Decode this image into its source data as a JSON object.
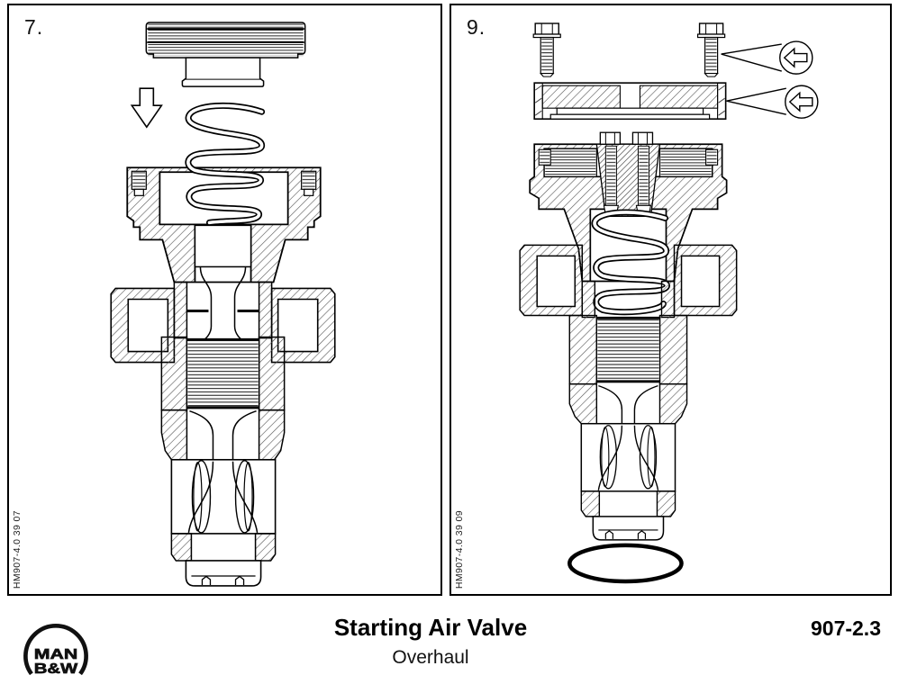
{
  "document": {
    "figures": [
      {
        "label": "7.",
        "code": "HM907-4.0 39 07"
      },
      {
        "label": "9.",
        "code": "HM907-4.0 39 09"
      }
    ],
    "footer": {
      "title": "Starting Air Valve",
      "subtitle": "Overhaul",
      "doc_number": "907-2.3"
    },
    "logo": {
      "line1": "MAN",
      "line2": "B&W"
    },
    "icons": {
      "down_arrow": "insert-direction-arrow",
      "loosen_callout": "unscrew-left-arrow-in-circle",
      "o_ring": "o-ring-ellipse"
    },
    "colors": {
      "ink": "#000000",
      "paper": "#ffffff",
      "hatch": "#555555"
    }
  }
}
